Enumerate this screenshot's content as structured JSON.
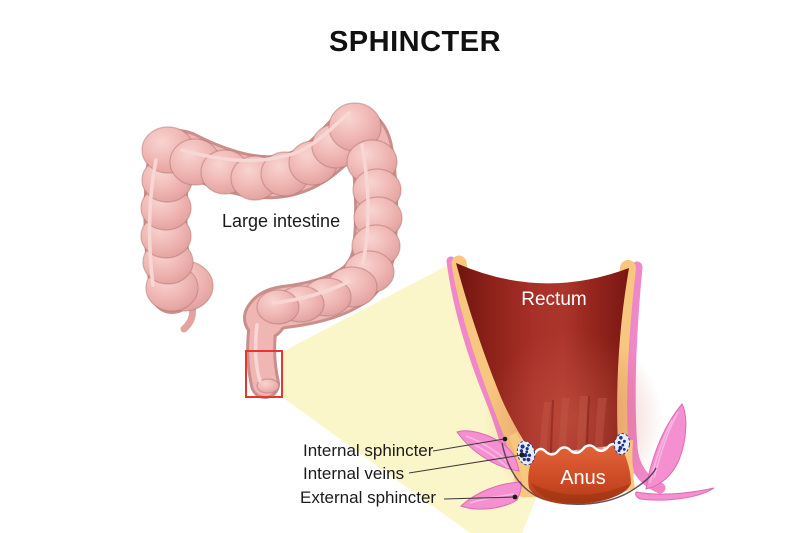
{
  "title": "SPHINCTER",
  "intestine": {
    "label": "Large intestine"
  },
  "detail": {
    "rectum_label": "Rectum",
    "anus_label": "Anus"
  },
  "annotations": [
    {
      "label": "Internal sphincter"
    },
    {
      "label": "Internal veins"
    },
    {
      "label": "External sphincter"
    }
  ],
  "colors": {
    "background": "#FFFFFF",
    "intestine_pink": "#EFB6B3",
    "intestine_outline": "#C98F8C",
    "magnifier_cone_yellow": "#FBF6C9",
    "rectum_red": "#A83028",
    "rectum_dark_red": "#6F1410",
    "anus_orange": "#D5532C",
    "internal_sphincter_tan": "#F8C77F",
    "muscle_pink": "#F48FD0",
    "vein_blue": "#24368C",
    "zoom_box_red": "#E8362E",
    "text_dark": "#1B1B1B",
    "text_white": "#FFFFFF"
  }
}
